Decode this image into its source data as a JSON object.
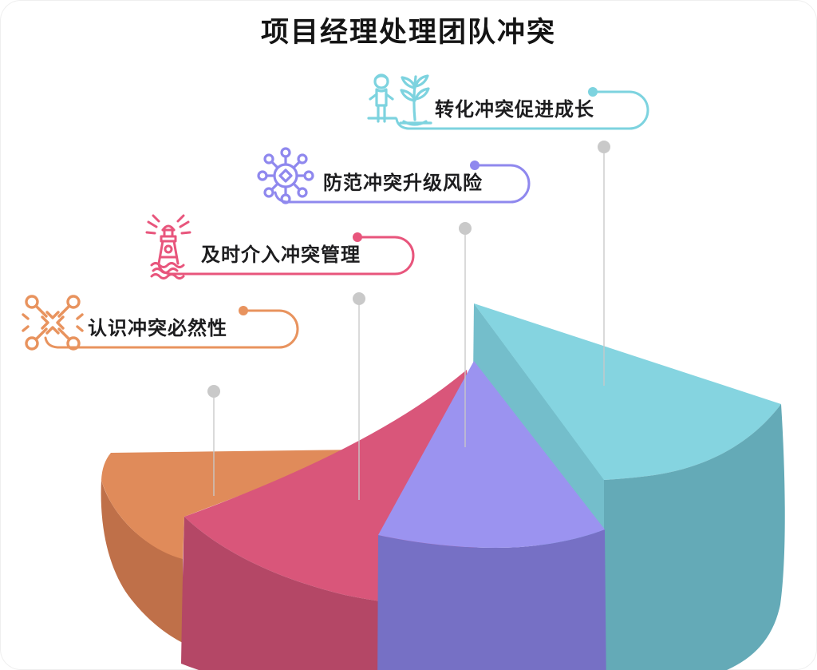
{
  "title": "项目经理处理团队冲突",
  "palette": {
    "text": "#1D1D1F",
    "connector_line": "#C8C8C8",
    "connector_dot": "#C9C9C9",
    "teal": "#7DD3DF",
    "purple": "#8F88EE",
    "pink": "#E8557C",
    "orange": "#E8935E"
  },
  "callouts": [
    {
      "id": "growth",
      "label": "转化冲突促进成长",
      "icon": "person-plant-growth-icon",
      "color": "#7DD3DF"
    },
    {
      "id": "risk",
      "label": "防范冲突升级风险",
      "icon": "hub-network-icon",
      "color": "#8F88EE"
    },
    {
      "id": "intervene",
      "label": "及时介入冲突管理",
      "icon": "lighthouse-icon",
      "color": "#E8557C"
    },
    {
      "id": "inevitable",
      "label": "认识冲突必然性",
      "icon": "crossed-arrows-icon",
      "color": "#E8935E"
    }
  ],
  "chart_data": {
    "type": "pie",
    "style": "3d-exploded-pie, slices extruded to different heights, back of pie open, no numeric labels shown",
    "title": "项目经理处理团队冲突",
    "values_shown": false,
    "legend_position": "callouts-above-with-leader-lines",
    "slices": [
      {
        "label": "认识冲突必然性",
        "approx_percent": 20,
        "relative_height": 1,
        "color_top": "#E08B5A",
        "color_side": "#BF7049"
      },
      {
        "label": "及时介入冲突管理",
        "approx_percent": 20,
        "relative_height": 2,
        "color_top": "#D9567A",
        "color_side": "#B44766"
      },
      {
        "label": "防范冲突升级风险",
        "approx_percent": 20,
        "relative_height": 3,
        "color_top": "#9B93F0",
        "color_side": "#7670C5"
      },
      {
        "label": "转化冲突促进成长",
        "approx_percent": 40,
        "relative_height": 4,
        "color_top": "#85D4E0",
        "color_side": "#64AAB7",
        "color_cut": "#74BECB"
      }
    ]
  }
}
